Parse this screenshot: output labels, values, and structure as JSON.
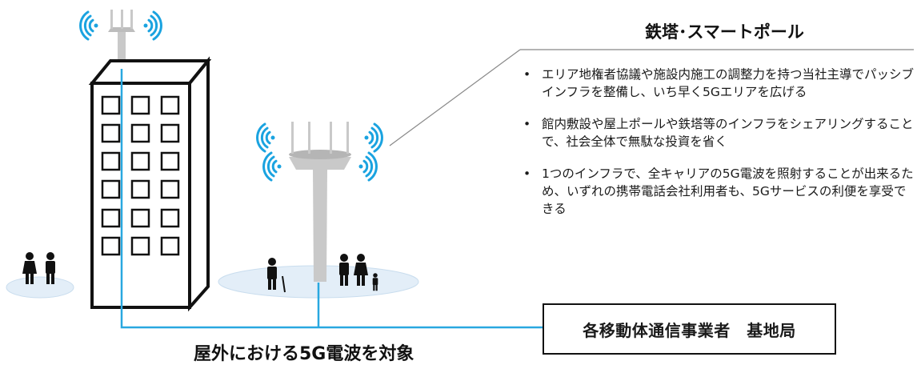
{
  "diagram": {
    "title": "鉄塔･スマートポール",
    "bullets": [
      "エリア地権者協議や施設内施工の調整力を持つ当社主導でパッシブインフラを整備し、いち早く5Gエリアを広げる",
      "館内敷設や屋上ポールや鉄塔等のインフラをシェアリングすることで、社会全体で無駄な投資を省く",
      "1つのインフラで、全キャリアの5G電波を照射することが出来るため、いずれの携帯電話会社利用者も、5Gサービスの利便を享受できる"
    ],
    "bullet_mark": "•",
    "base_station_label": "各移動体通信事業者　基地局",
    "caption": "屋外における5G電波を対象",
    "colors": {
      "signal": "#1aa3e0",
      "cable": "#29a8e0",
      "ground": "#e3eef8",
      "tower": "#c9c9c9",
      "building_outline": "#111111"
    },
    "icons": [
      "signal-wave-icon",
      "antenna-icon",
      "people-icon"
    ]
  }
}
